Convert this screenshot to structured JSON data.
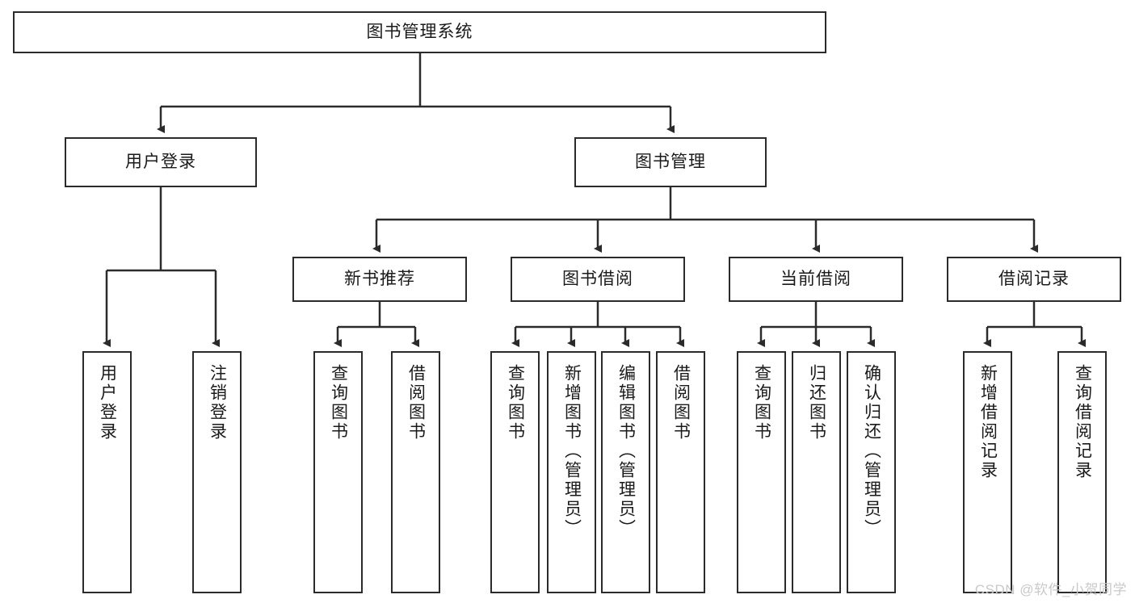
{
  "diagram": {
    "title": "图书管理系统",
    "type": "tree-hierarchy-diagram",
    "root": {
      "label": "图书管理系统"
    },
    "level2": [
      {
        "label": "用户登录"
      },
      {
        "label": "图书管理"
      }
    ],
    "level3": [
      {
        "label": "新书推荐"
      },
      {
        "label": "图书借阅"
      },
      {
        "label": "当前借阅"
      },
      {
        "label": "借阅记录"
      }
    ],
    "leaves": {
      "user_login": [
        {
          "label": "用户登录"
        },
        {
          "label": "注销登录"
        }
      ],
      "new_book_recommend": [
        {
          "label": "查询图书"
        },
        {
          "label": "借阅图书"
        }
      ],
      "book_borrow": [
        {
          "label": "查询图书"
        },
        {
          "label": "新增图书（管理员）"
        },
        {
          "label": "编辑图书（管理员）"
        },
        {
          "label": "借阅图书"
        }
      ],
      "current_borrow": [
        {
          "label": "查询图书"
        },
        {
          "label": "归还图书"
        },
        {
          "label": "确认归还（管理员）"
        }
      ],
      "borrow_record": [
        {
          "label": "新增借阅记录"
        },
        {
          "label": "查询借阅记录"
        }
      ]
    }
  },
  "watermark": {
    "text": "CSDN @软件_小贺同学"
  },
  "colors": {
    "stroke": "#2b2b2b",
    "fill": "#ffffff",
    "text": "#1a1a1a",
    "watermark": "#c9c9c9"
  }
}
